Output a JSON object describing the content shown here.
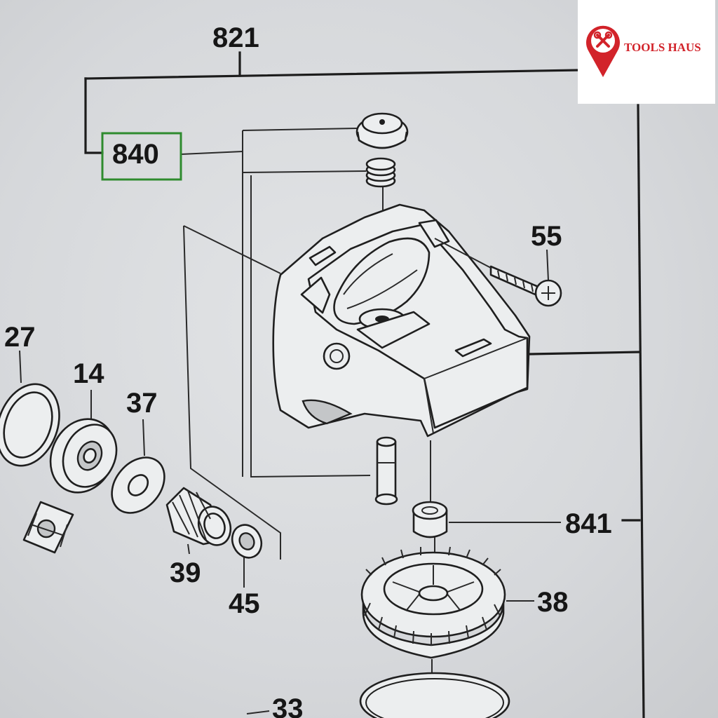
{
  "brand": {
    "name": "TOOLS HAUS",
    "accent_color": "#d2232a",
    "icon": "map-pin-wrench-icon"
  },
  "callouts": {
    "c821": "821",
    "c840": "840",
    "c55": "55",
    "c27": "27",
    "c14": "14",
    "c37": "37",
    "c39": "39",
    "c45": "45",
    "c841": "841",
    "c38": "38",
    "c33": "33"
  },
  "highlight_color": "#2e8b2e"
}
